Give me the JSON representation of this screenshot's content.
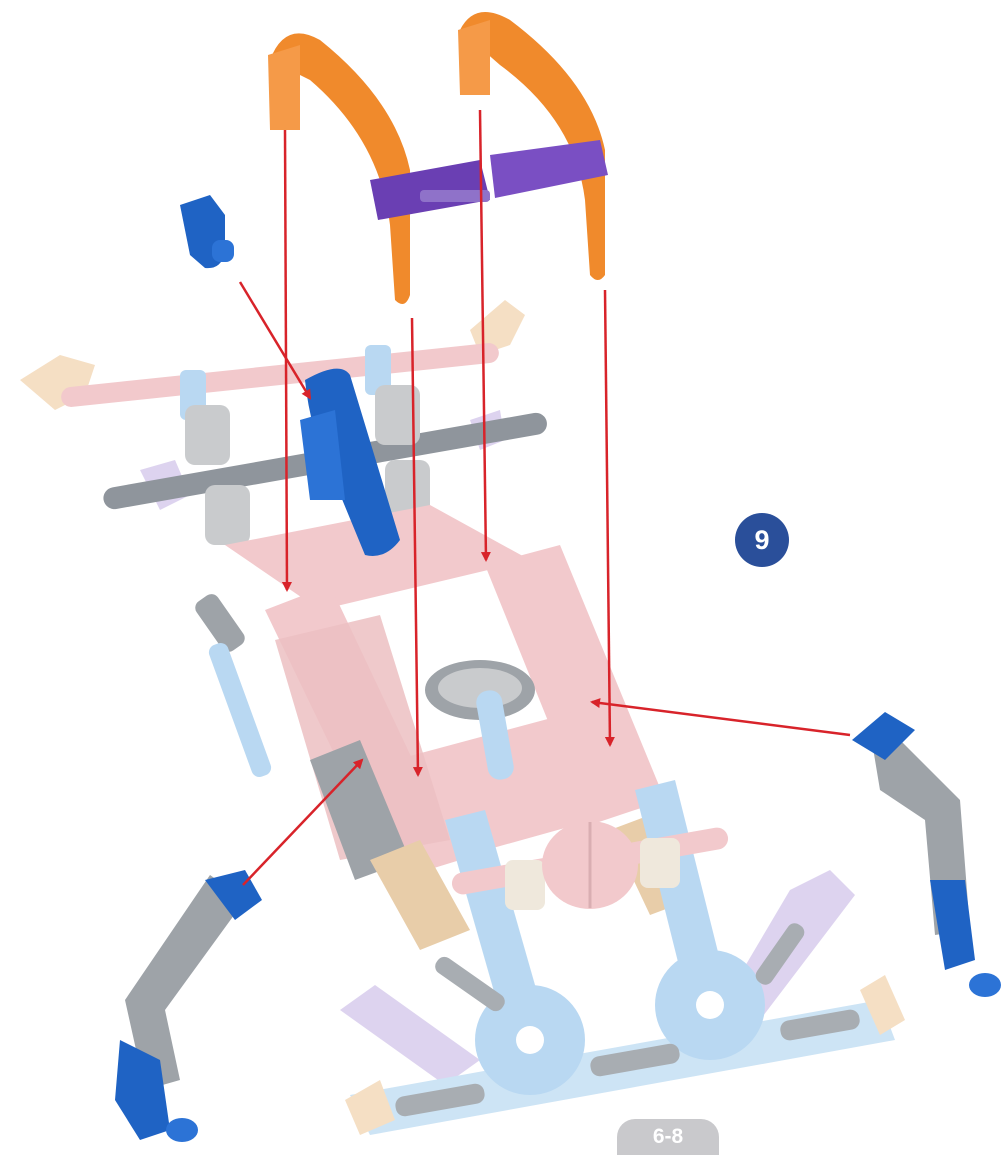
{
  "step_number": "9",
  "age_range": "6-8",
  "colors": {
    "step_badge": "#2a4f9a",
    "age_tag": "#c9c9cc",
    "arrow": "#d8232a",
    "orange_part": "#f08a2c",
    "purple_part": "#6a3fb3",
    "dark_blue_part": "#1f63c4",
    "pink_part": "#f2c9cc",
    "light_blue_part": "#b9d8f2",
    "grey_part": "#9ea3a8",
    "lavender_part": "#ddd3ef",
    "cream_part": "#f5dfc4"
  },
  "parts": {
    "left_hook": "orange-hook-connector",
    "right_hook": "orange-hook-connector",
    "crossbar": "purple-rod-bar",
    "small_connector": "blue-clip-connector",
    "left_wing": "grey-blue-angled-connector",
    "right_wing": "grey-blue-angled-connector"
  }
}
